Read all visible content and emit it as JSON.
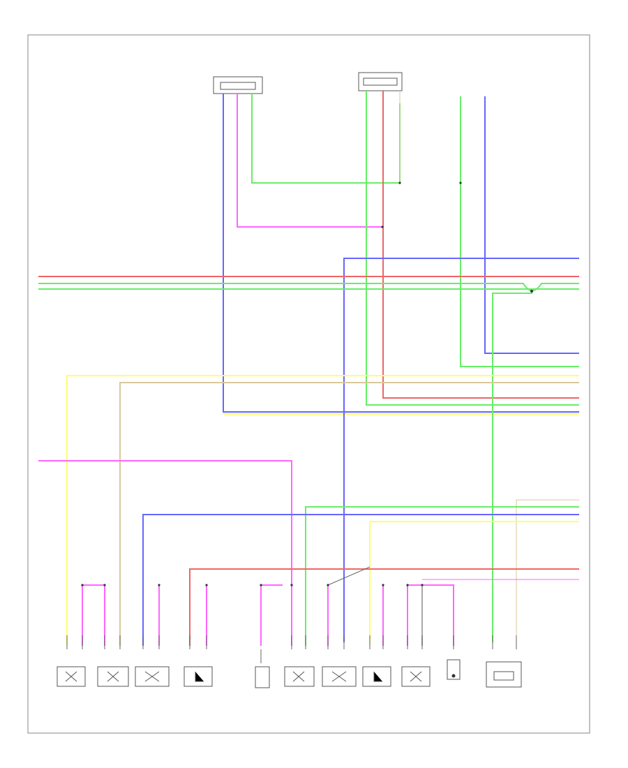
{
  "page": {
    "title": "",
    "footer_code": ""
  },
  "colors": {
    "pink": "#ff66ff",
    "green": "#66ee66",
    "blue": "#6666ff",
    "yellow": "#ffff66",
    "tan": "#d8c89a",
    "red": "#ee6666",
    "gray": "#aaaaaa"
  },
  "top_connectors": [
    {
      "id": "c1",
      "label": ""
    },
    {
      "id": "c2",
      "label": ""
    },
    {
      "id": "c3",
      "label": ""
    }
  ],
  "bottom_components": [
    {
      "id": "b1",
      "label": ""
    },
    {
      "id": "b2",
      "label": ""
    },
    {
      "id": "b3",
      "label": ""
    },
    {
      "id": "b4",
      "label": ""
    },
    {
      "id": "b5",
      "label": ""
    },
    {
      "id": "b6",
      "label": ""
    },
    {
      "id": "b7",
      "label": ""
    },
    {
      "id": "b8",
      "label": ""
    },
    {
      "id": "b9",
      "label": ""
    },
    {
      "id": "b10",
      "label": ""
    },
    {
      "id": "b11",
      "label": ""
    }
  ],
  "group_labels": {
    "left_bank": "",
    "right_bank": ""
  },
  "notes": [
    "",
    "",
    "",
    "",
    ""
  ],
  "wire_tags": {
    "right": [
      "",
      "",
      "",
      "",
      "",
      "",
      "",
      "",
      "",
      "",
      "",
      "",
      "",
      "",
      ""
    ],
    "left": [
      "",
      "",
      ""
    ]
  }
}
